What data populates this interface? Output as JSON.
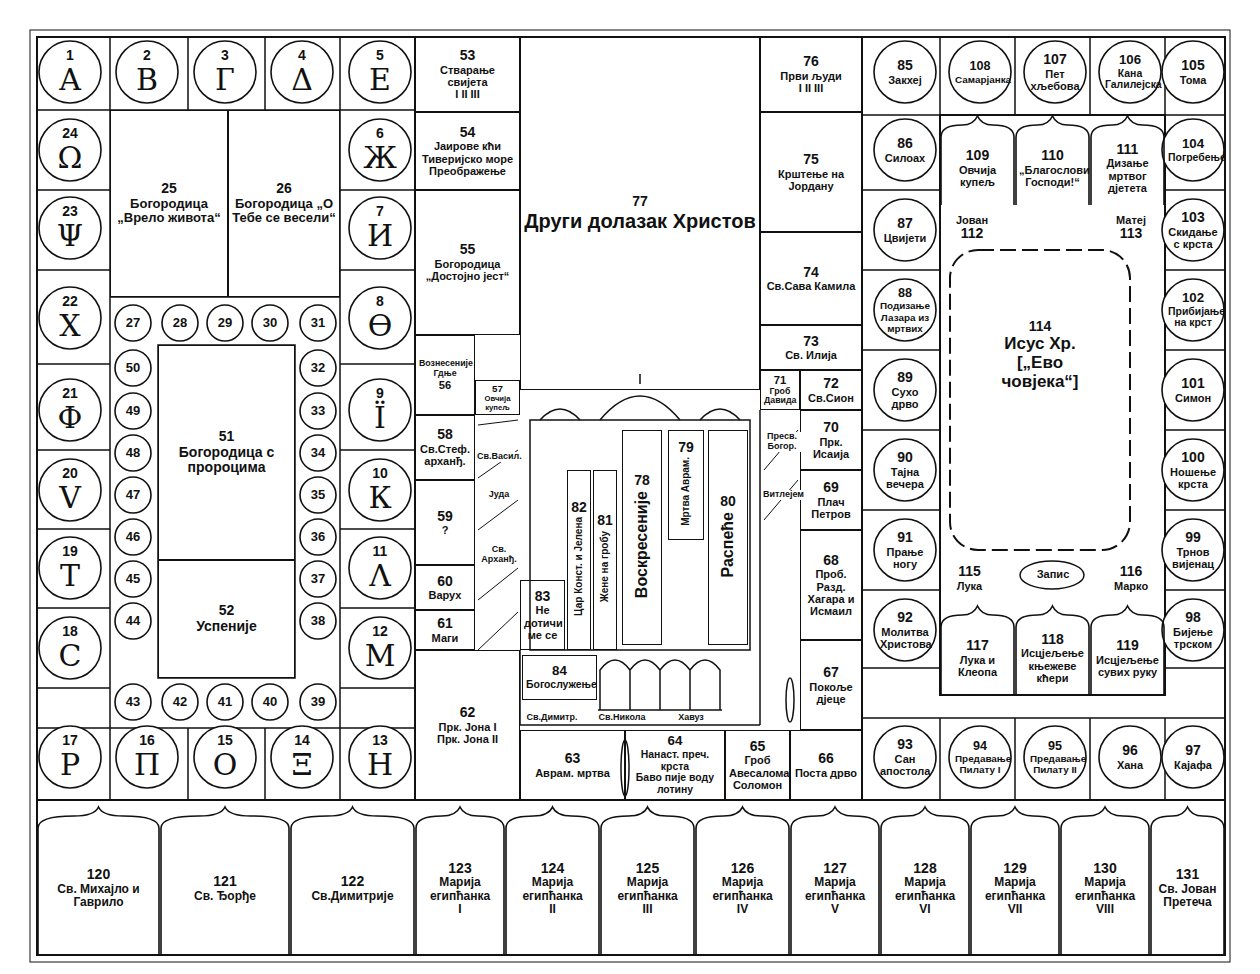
{
  "diagram": {
    "nodes": [
      {
        "text": [
          "1",
          "А"
        ]
      },
      {
        "text": [
          "2",
          "В"
        ]
      },
      {
        "text": [
          "3",
          "Г"
        ]
      },
      {
        "text": [
          "4",
          "Δ"
        ]
      },
      {
        "text": [
          "5",
          "Е"
        ]
      },
      {
        "text": [
          "6",
          "Ж"
        ]
      },
      {
        "text": [
          "7",
          "И"
        ]
      },
      {
        "text": [
          "8",
          "Ѳ"
        ]
      },
      {
        "text": [
          "9",
          "Ї"
        ]
      },
      {
        "text": [
          "10",
          "К"
        ]
      },
      {
        "text": [
          "11",
          "Λ"
        ]
      },
      {
        "text": [
          "12",
          "М"
        ]
      },
      {
        "text": [
          "13",
          "Н"
        ]
      },
      {
        "text": [
          "14",
          "Ξ"
        ]
      },
      {
        "text": [
          "15",
          "О"
        ]
      },
      {
        "text": [
          "16",
          "П"
        ]
      },
      {
        "text": [
          "17",
          "Р"
        ]
      },
      {
        "text": [
          "18",
          "С"
        ]
      },
      {
        "text": [
          "19",
          "Т"
        ]
      },
      {
        "text": [
          "20",
          "V"
        ]
      },
      {
        "text": [
          "21",
          "Ф"
        ]
      },
      {
        "text": [
          "22",
          "Х"
        ]
      },
      {
        "text": [
          "23",
          "Ψ"
        ]
      },
      {
        "text": [
          "24",
          "Ω"
        ]
      },
      {
        "text": [
          "25",
          "Богородица „Врело живота“"
        ]
      },
      {
        "text": [
          "26",
          "Богородица „О Тебе се весели“"
        ]
      },
      {
        "text": [
          "27"
        ]
      },
      {
        "text": [
          "28"
        ]
      },
      {
        "text": [
          "29"
        ]
      },
      {
        "text": [
          "30"
        ]
      },
      {
        "text": [
          "31"
        ]
      },
      {
        "text": [
          "32"
        ]
      },
      {
        "text": [
          "33"
        ]
      },
      {
        "text": [
          "34"
        ]
      },
      {
        "text": [
          "35"
        ]
      },
      {
        "text": [
          "36"
        ]
      },
      {
        "text": [
          "37"
        ]
      },
      {
        "text": [
          "38"
        ]
      },
      {
        "text": [
          "39"
        ]
      },
      {
        "text": [
          "40"
        ]
      },
      {
        "text": [
          "41"
        ]
      },
      {
        "text": [
          "42"
        ]
      },
      {
        "text": [
          "43"
        ]
      },
      {
        "text": [
          "44"
        ]
      },
      {
        "text": [
          "45"
        ]
      },
      {
        "text": [
          "46"
        ]
      },
      {
        "text": [
          "47"
        ]
      },
      {
        "text": [
          "48"
        ]
      },
      {
        "text": [
          "49"
        ]
      },
      {
        "text": [
          "50"
        ]
      },
      {
        "text": [
          "51",
          "Богородица с пророцима"
        ]
      },
      {
        "text": [
          "52",
          "Успеније"
        ]
      },
      {
        "text": [
          "53",
          "Стварање свијета",
          "I II III"
        ]
      },
      {
        "text": [
          "54",
          "Јаирове кћи",
          "Тиверијско море",
          "Преображење"
        ]
      },
      {
        "text": [
          "55",
          "Богородица „Достојно јест“"
        ]
      },
      {
        "text": [
          "Вознесеније Гдње",
          "56"
        ]
      },
      {
        "text": [
          "57",
          "Овчија купељ"
        ]
      },
      {
        "text": [
          "58",
          "Св.Стеф. арханђ."
        ]
      },
      {
        "text": [
          "59",
          "?"
        ]
      },
      {
        "text": [
          "60",
          "Варух"
        ]
      },
      {
        "text": [
          "61",
          "Маги"
        ]
      },
      {
        "text": [
          "62",
          "Прк. Јона I",
          "Прк. Јона II"
        ]
      },
      {
        "text": [
          "63",
          "Аврам. мртва"
        ]
      },
      {
        "text": [
          "64",
          "Нанаст. преч. крста",
          "Баво пије воду лотину"
        ]
      },
      {
        "text": [
          "65",
          "Гроб Авесалома",
          "Соломон"
        ]
      },
      {
        "text": [
          "66",
          "Поста дрво"
        ]
      },
      {
        "text": [
          "67",
          "Покоље дјеце"
        ]
      },
      {
        "text": [
          "68",
          "Проб. Разд.",
          "Хагара и Исмаил"
        ]
      },
      {
        "text": [
          "69",
          "Плач Петров"
        ]
      },
      {
        "text": [
          "70",
          "Прк. Исаија"
        ]
      },
      {
        "text": [
          "71",
          "Гроб Давида"
        ]
      },
      {
        "text": [
          "72",
          "Св.Сион"
        ]
      },
      {
        "text": [
          "73",
          "Св. Илија"
        ]
      },
      {
        "text": [
          "74",
          "Св.Сава Камила"
        ]
      },
      {
        "text": [
          "75",
          "Крштење на Јордану"
        ]
      },
      {
        "text": [
          "76",
          "Први људи",
          "I II III"
        ]
      },
      {
        "text": [
          "77",
          "Други долазак Христов"
        ]
      },
      {
        "text": [
          "78",
          "Воскресеније"
        ]
      },
      {
        "text": [
          "79",
          "Мртва Аврам."
        ]
      },
      {
        "text": [
          "80",
          "Распеће"
        ]
      },
      {
        "text": [
          "81",
          "Жене на гробу"
        ]
      },
      {
        "text": [
          "82",
          "Цар Конст. и Јелена"
        ]
      },
      {
        "text": [
          "83",
          "Не дотичи ме се"
        ]
      },
      {
        "text": [
          "84",
          "Богослужење"
        ]
      },
      {
        "text": [
          "85",
          "Закхеј"
        ]
      },
      {
        "text": [
          "86",
          "Силоах"
        ]
      },
      {
        "text": [
          "87",
          "Цвијети"
        ]
      },
      {
        "text": [
          "88",
          "Подизање Лазара из мртвих"
        ]
      },
      {
        "text": [
          "89",
          "Сухо дрво"
        ]
      },
      {
        "text": [
          "90",
          "Тајна вечера"
        ]
      },
      {
        "text": [
          "91",
          "Прање ногу"
        ]
      },
      {
        "text": [
          "92",
          "Молитва Христова"
        ]
      },
      {
        "text": [
          "93",
          "Сан апостола"
        ]
      },
      {
        "text": [
          "94",
          "Предавање Пилату I"
        ]
      },
      {
        "text": [
          "95",
          "Предавање Пилату II"
        ]
      },
      {
        "text": [
          "96",
          "Хана"
        ]
      },
      {
        "text": [
          "97",
          "Кајафа"
        ]
      },
      {
        "text": [
          "98",
          "Бијење трском"
        ]
      },
      {
        "text": [
          "99",
          "Трнов вијенац"
        ]
      },
      {
        "text": [
          "100",
          "Ношење крста"
        ]
      },
      {
        "text": [
          "101",
          "Симон"
        ]
      },
      {
        "text": [
          "102",
          "Прибијање на крст"
        ]
      },
      {
        "text": [
          "103",
          "Скидање с крста"
        ]
      },
      {
        "text": [
          "104",
          "Погребење"
        ]
      },
      {
        "text": [
          "105",
          "Тома"
        ]
      },
      {
        "text": [
          "106",
          "Кана Галилејска"
        ]
      },
      {
        "text": [
          "107",
          "Пет хљебова"
        ]
      },
      {
        "text": [
          "108",
          "Самарјанка"
        ]
      },
      {
        "text": [
          "109",
          "Овчија купељ"
        ]
      },
      {
        "text": [
          "110",
          "„Благослови Господи!“"
        ]
      },
      {
        "text": [
          "111",
          "Дизање мртвог дјетета"
        ]
      },
      {
        "text": [
          "Јован",
          "112"
        ]
      },
      {
        "text": [
          "Матеј",
          "113"
        ]
      },
      {
        "text": [
          "114",
          "Исус Хр.",
          "[„Ево човјека“]"
        ]
      },
      {
        "text": [
          "115",
          "Лука"
        ]
      },
      {
        "text": [
          "116",
          "Марко"
        ]
      },
      {
        "text": [
          "117",
          "Лука и Клеопа"
        ]
      },
      {
        "text": [
          "118",
          "Исцјељење књежеве кћери"
        ]
      },
      {
        "text": [
          "119",
          "Исцјељење сувих руку"
        ]
      },
      {
        "text": [
          "120",
          "Св. Михајло и Гаврило"
        ]
      },
      {
        "text": [
          "121",
          "Св. Ђорђе"
        ]
      },
      {
        "text": [
          "122",
          "Св.Димитрије"
        ]
      },
      {
        "text": [
          "123",
          "Марија египћанка",
          "I"
        ]
      },
      {
        "text": [
          "124",
          "Марија египћанка",
          "II"
        ]
      },
      {
        "text": [
          "125",
          "Марија египћанка",
          "III"
        ]
      },
      {
        "text": [
          "126",
          "Марија египћанка",
          "IV"
        ]
      },
      {
        "text": [
          "127",
          "Марија египћанка",
          "V"
        ]
      },
      {
        "text": [
          "128",
          "Марија египћанка",
          "VI"
        ]
      },
      {
        "text": [
          "129",
          "Марија египћанка",
          "VII"
        ]
      },
      {
        "text": [
          "130",
          "Марија египћанка",
          "VIII"
        ]
      },
      {
        "text": [
          "131",
          "Св. Јован Претеча"
        ]
      }
    ],
    "labels": [
      "Јуда",
      "Св. Арханђ.",
      "Св.Васил.",
      "Пресв. Богор.",
      "Витлејем",
      "Св.Димитр.",
      "Св.Никола",
      "Хавуз",
      "Запис"
    ]
  }
}
